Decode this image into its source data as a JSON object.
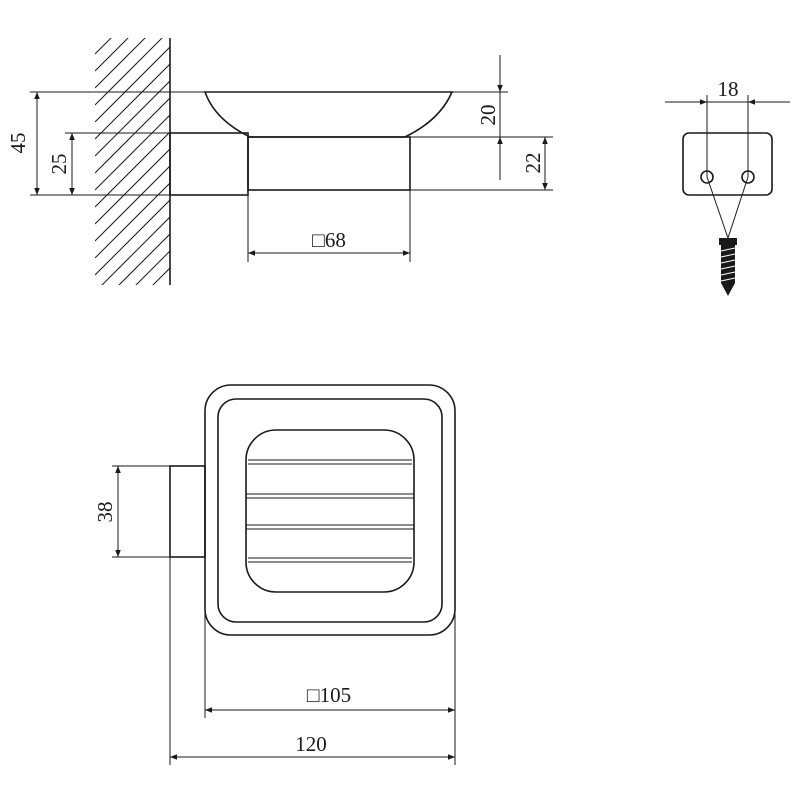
{
  "drawing": {
    "side_view": {
      "height_total": "45",
      "height_bracket": "25",
      "dish_height": "20",
      "base_height": "22",
      "base_width": "□68"
    },
    "mount_view": {
      "screw_spacing": "18"
    },
    "top_view": {
      "bracket_width": "38",
      "dish_width": "□105",
      "total_depth": "120"
    },
    "colors": {
      "line": "#1a1a1a",
      "background": "#ffffff"
    }
  }
}
